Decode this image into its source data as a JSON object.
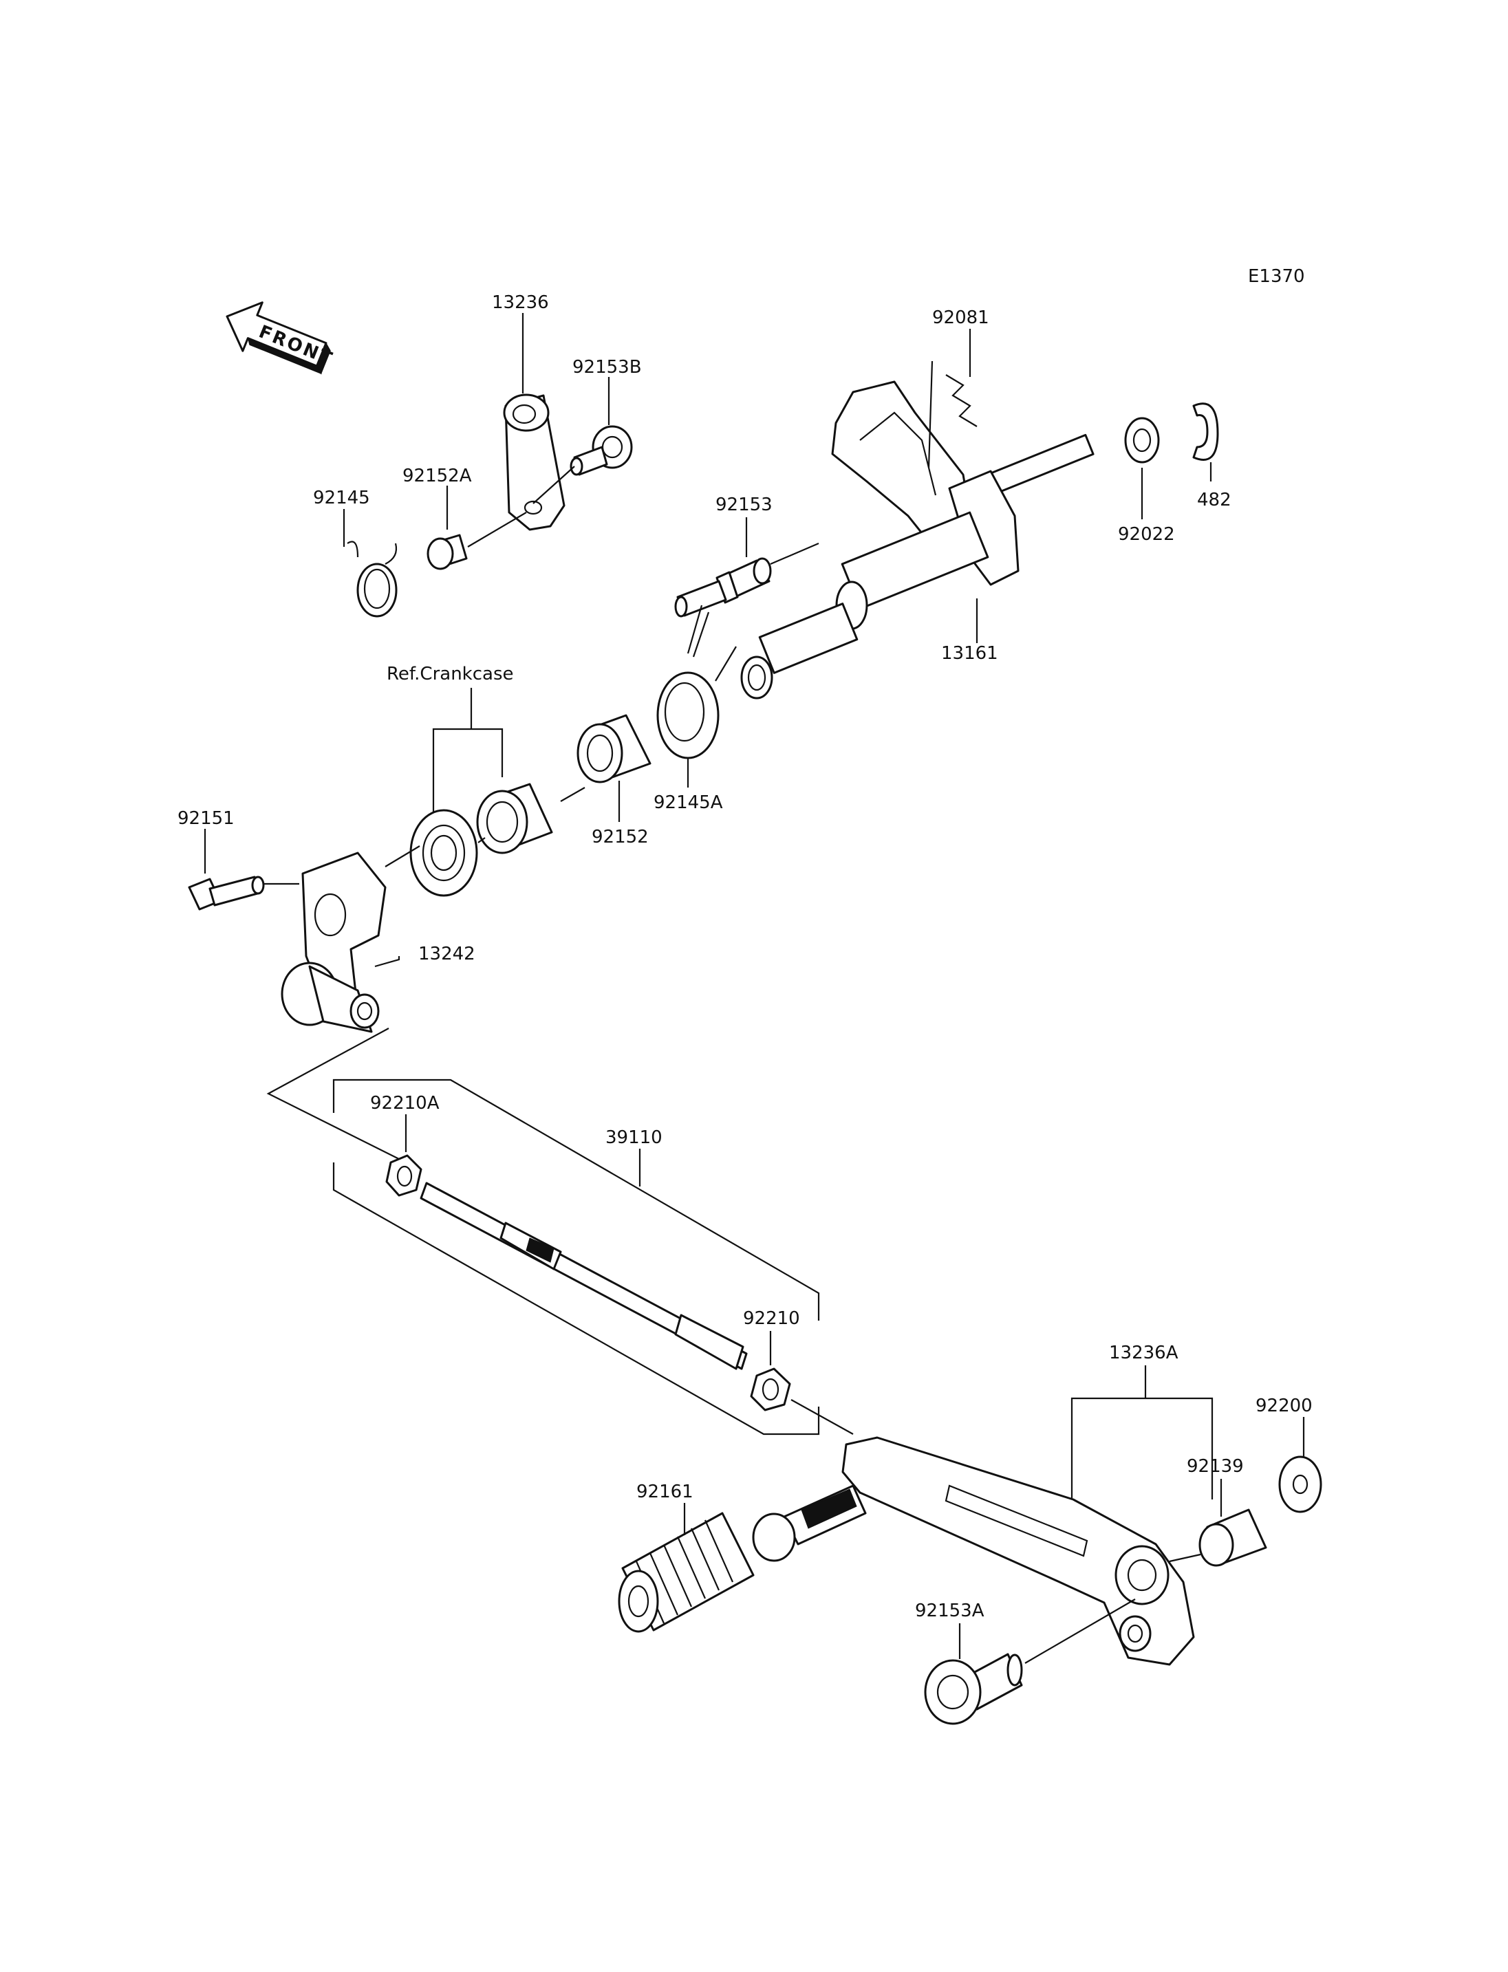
{
  "diagram": {
    "id_code": "E1370",
    "front_label": "FRONT",
    "ref_label": "Ref.Crankcase",
    "parts": {
      "p13236": "13236",
      "p92153B": "92153B",
      "p92152A": "92152A",
      "p92145": "92145",
      "p92081": "92081",
      "p92153": "92153",
      "p92022": "92022",
      "p482": "482",
      "p13161": "13161",
      "p92145A": "92145A",
      "p92152": "92152",
      "p92151": "92151",
      "p13242": "13242",
      "p92210A": "92210A",
      "p39110": "39110",
      "p92210": "92210",
      "p13236A": "13236A",
      "p92200": "92200",
      "p92139": "92139",
      "p92161": "92161",
      "p92153A": "92153A"
    }
  }
}
